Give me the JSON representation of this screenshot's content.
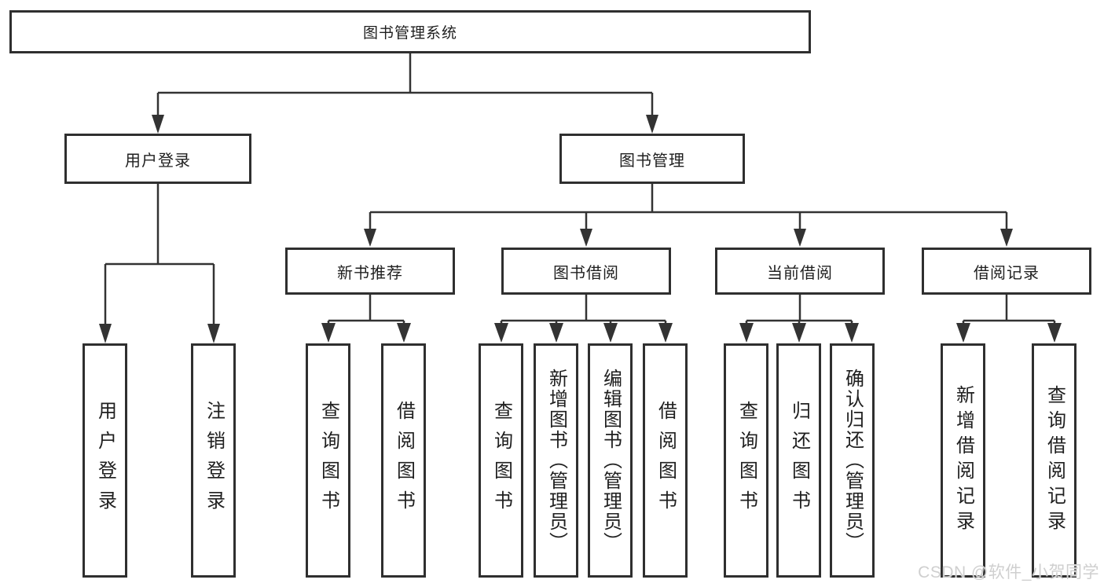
{
  "diagram": {
    "title": "图书管理系统",
    "level2": [
      {
        "label": "用户登录",
        "children": [
          {
            "label": "用户登录"
          },
          {
            "label": "注销登录"
          }
        ]
      },
      {
        "label": "图书管理",
        "groups": [
          {
            "label": "新书推荐",
            "children": [
              {
                "label": "查询图书"
              },
              {
                "label": "借阅图书"
              }
            ]
          },
          {
            "label": "图书借阅",
            "children": [
              {
                "label": "查询图书"
              },
              {
                "label": "新增图书（管理员）"
              },
              {
                "label": "编辑图书（管理员）"
              },
              {
                "label": "借阅图书"
              }
            ]
          },
          {
            "label": "当前借阅",
            "children": [
              {
                "label": "查询图书"
              },
              {
                "label": "归还图书"
              },
              {
                "label": "确认归还（管理员）"
              }
            ]
          },
          {
            "label": "借阅记录",
            "children": [
              {
                "label": "新增借阅记录"
              },
              {
                "label": "查询借阅记录"
              }
            ]
          }
        ]
      }
    ]
  },
  "watermark": {
    "text": "CSDN @软件_小贺同学"
  },
  "colors": {
    "line": "#333333",
    "border": "#2f2f2f",
    "text": "#1f1f1f",
    "background": "#ffffff",
    "watermark": "#cfcfcf"
  }
}
